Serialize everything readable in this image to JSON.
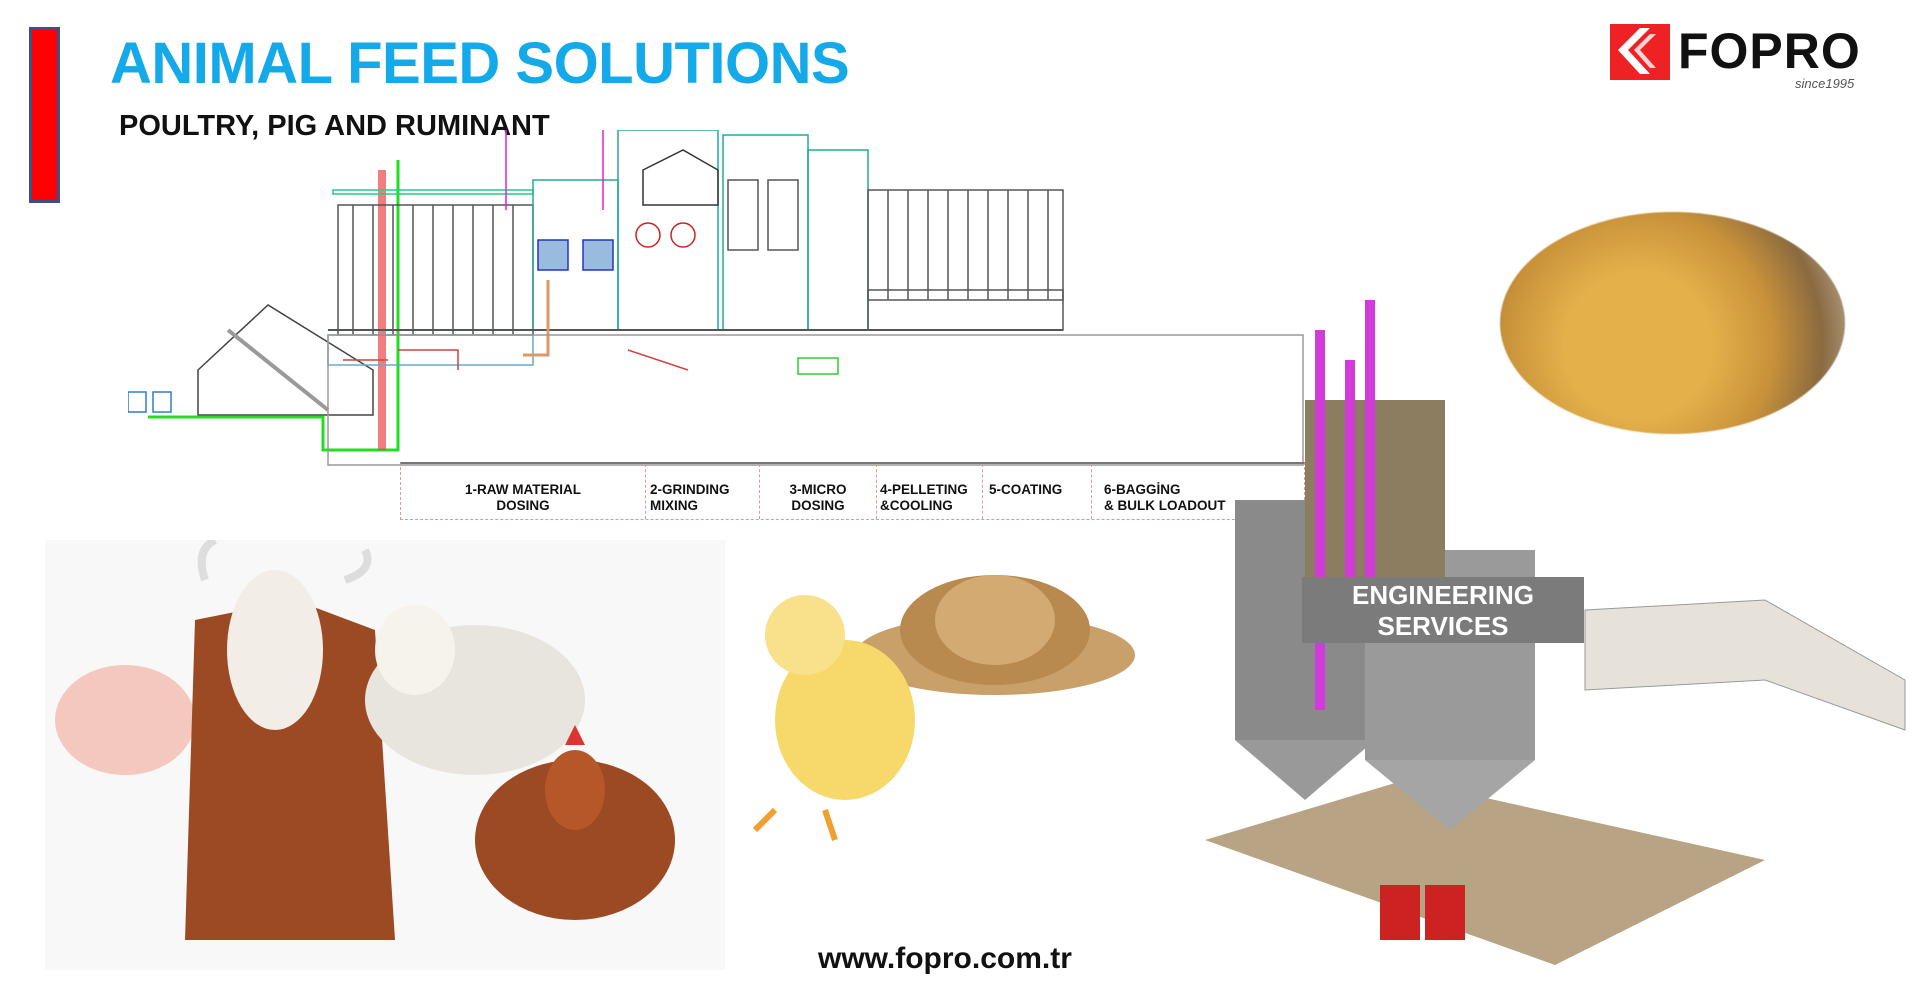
{
  "header": {
    "title": "ANIMAL FEED SOLUTIONS",
    "subtitle": "POULTRY, PIG AND RUMINANT"
  },
  "logo": {
    "name": "FOPRO",
    "tagline": "since1995"
  },
  "process_steps": [
    {
      "line1": "1-RAW MATERIAL",
      "line2": "DOSING"
    },
    {
      "line1": "2-GRINDING",
      "line2": "MIXING"
    },
    {
      "line1": "3-MICRO",
      "line2": "DOSING"
    },
    {
      "line1": "4-PELLETING",
      "line2": "&COOLING"
    },
    {
      "line1": "5-COATING",
      "line2": ""
    },
    {
      "line1": "6-BAGGİNG",
      "line2": "& BULK LOADOUT"
    }
  ],
  "engineering_badge": {
    "line1": "ENGINEERING",
    "line2": "SERVICES"
  },
  "footer": {
    "url": "www.fopro.com.tr"
  },
  "colors": {
    "title": "#14a9e9",
    "accent_red": "#ff0000",
    "badge": "#7b7b7b"
  }
}
